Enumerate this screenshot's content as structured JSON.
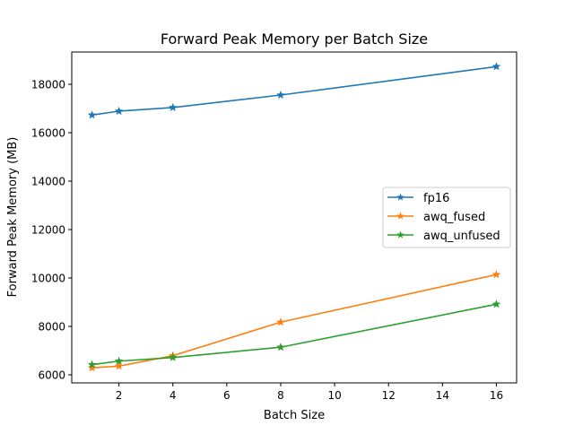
{
  "chart_data": {
    "type": "line",
    "title": "Forward Peak Memory per Batch Size",
    "xlabel": "Batch Size",
    "ylabel": "Forward Peak Memory (MB)",
    "xlim": [
      0.25,
      16.75
    ],
    "ylim": [
      5667,
      19333
    ],
    "xticks": [
      2,
      4,
      6,
      8,
      10,
      12,
      14,
      16
    ],
    "yticks": [
      6000,
      8000,
      10000,
      12000,
      14000,
      16000,
      18000
    ],
    "grid": false,
    "legend_position": "center-right",
    "marker": "star",
    "x": [
      1,
      2,
      4,
      8,
      16
    ],
    "series": [
      {
        "name": "fp16",
        "color": "#1f77b4",
        "values": [
          16730,
          16890,
          17040,
          17555,
          18730
        ]
      },
      {
        "name": "awq_fused",
        "color": "#ff7f0e",
        "values": [
          6290,
          6360,
          6790,
          8175,
          10140
        ]
      },
      {
        "name": "awq_unfused",
        "color": "#2ca02c",
        "values": [
          6420,
          6565,
          6715,
          7140,
          8915
        ]
      }
    ]
  }
}
